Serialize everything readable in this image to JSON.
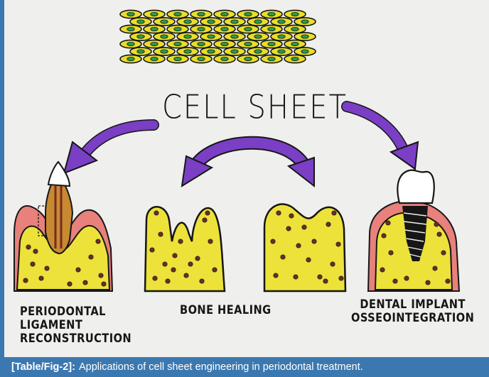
{
  "figure": {
    "title": "CELL SHEET",
    "labels": {
      "periodontal_line1": "PERIODONTAL",
      "periodontal_line2": "LIGAMENT",
      "periodontal_line3": "RECONSTRUCTION",
      "bone_healing": "BONE HEALING",
      "implant_line1": "DENTAL IMPLANT",
      "implant_line2": "OSSEOINTEGRATION"
    }
  },
  "caption": {
    "tag": "[Table/Fig-2]:",
    "text": "Applications of cell sheet engineering in periodontal treatment."
  },
  "colors": {
    "cell_yellow": "#e8de2c",
    "cell_nucleus": "#2e9a4a",
    "bone_yellow": "#ece23a",
    "bone_dot": "#6b2e28",
    "arrow_purple": "#7a3fc4",
    "gingiva_pink": "#e8807c",
    "caption_blue": "#3c78b0",
    "ink": "#161616"
  },
  "icons": [
    "cell-sheet-icon",
    "arrow-left-icon",
    "arrow-right-icon",
    "double-arrow-icon",
    "tooth-icon",
    "bone-icon",
    "implant-icon"
  ]
}
